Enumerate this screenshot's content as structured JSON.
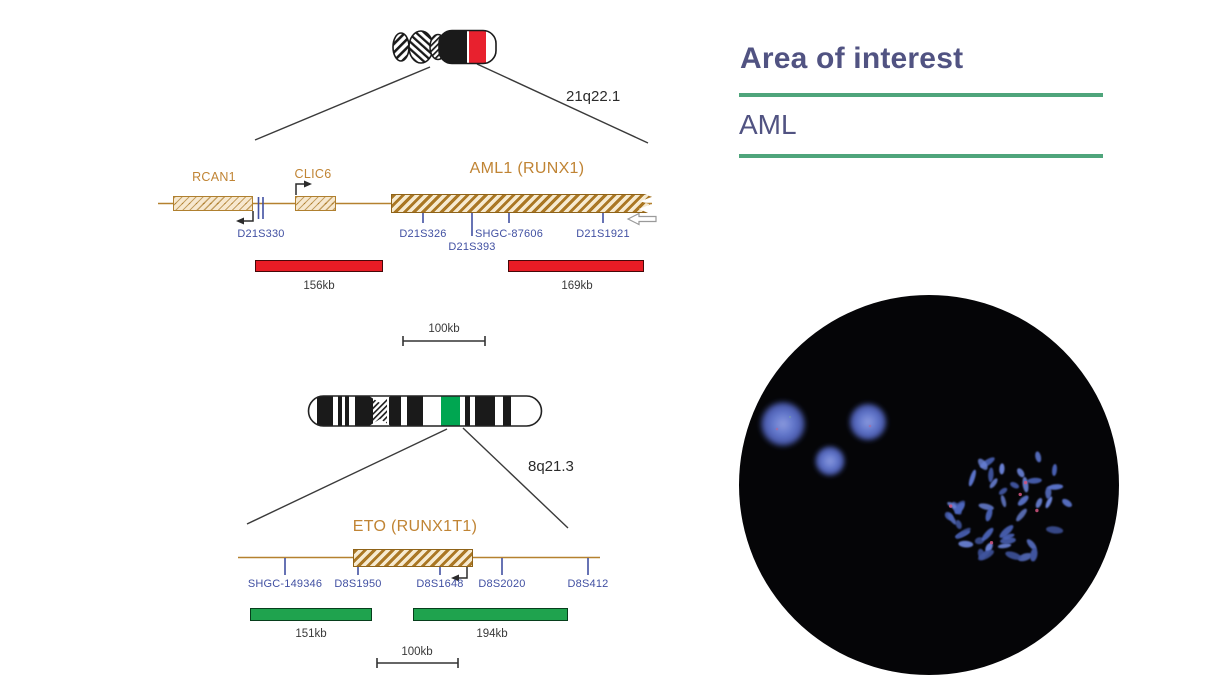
{
  "colors": {
    "heading_text": "#515382",
    "accent_rule_green": "#4fa57b",
    "gene_label_orange": "#c08434",
    "marker_label_blue": "#4150a2",
    "probe_red": "#e81c25",
    "probe_green": "#1fa34e",
    "chr21_red_band": "#e8212e",
    "chr8_green_band": "#00a651",
    "diagram_line": "#3a3a3a",
    "dapi_blue": "#5b74cc",
    "fish_signal_red": "#d1557f"
  },
  "right_panel": {
    "title": "Area of interest",
    "subtitle": "AML"
  },
  "ideogram21": {
    "band_label": "21q22.1"
  },
  "region21": {
    "genes": [
      {
        "name": "RCAN1"
      },
      {
        "name": "CLIC6"
      },
      {
        "name": "AML1 (RUNX1)"
      }
    ],
    "markers": [
      "D21S330",
      "D21S326",
      "D21S393",
      "SHGC-87606",
      "D21S1921"
    ],
    "probes": [
      {
        "size": "156kb"
      },
      {
        "size": "169kb"
      }
    ],
    "scale_label": "100kb"
  },
  "ideogram8": {
    "band_label": "8q21.3"
  },
  "region8": {
    "gene": "ETO (RUNX1T1)",
    "markers": [
      "SHGC-149346",
      "D8S1950",
      "D8S1648",
      "D8S2020",
      "D8S412"
    ],
    "probes": [
      {
        "size": "151kb"
      },
      {
        "size": "194kb"
      }
    ],
    "scale_label": "100kb"
  }
}
